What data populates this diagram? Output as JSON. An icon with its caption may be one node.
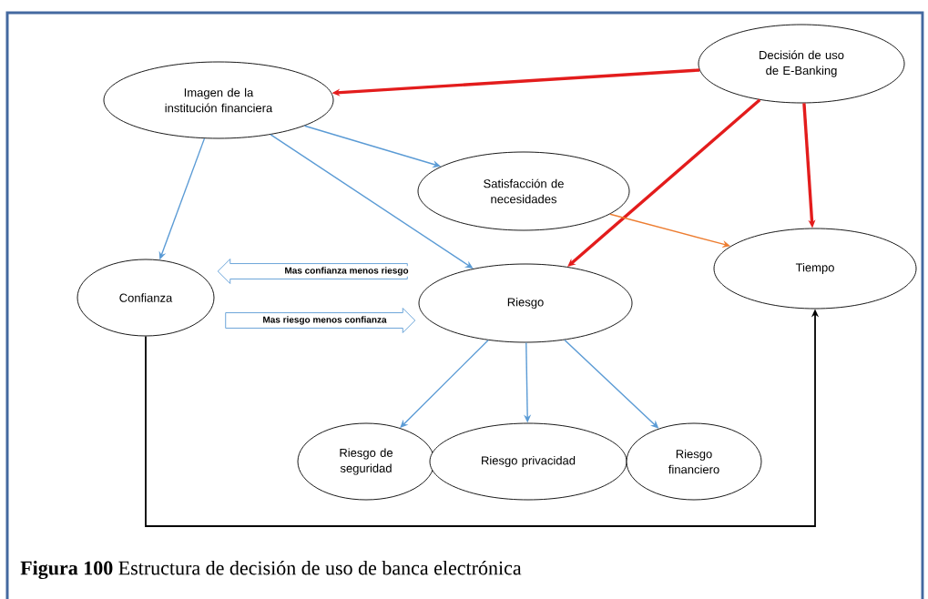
{
  "diagram": {
    "caption": "**Figura 100** Estructura de decisión de uso de banca electrónica",
    "nodes": [
      {
        "text": [
          "Imagen de la institución financiera"
        ]
      },
      {
        "text": [
          "Decisión de uso de E-Banking"
        ]
      },
      {
        "text": [
          "Satisfacción de necesidades"
        ]
      },
      {
        "text": [
          "Tiempo"
        ]
      },
      {
        "text": [
          "Confianza"
        ]
      },
      {
        "text": [
          "Riesgo"
        ]
      },
      {
        "text": [
          "Riesgo de seguridad"
        ]
      },
      {
        "text": [
          "Riesgo privacidad"
        ]
      },
      {
        "text": [
          "Riesgo financiero"
        ]
      }
    ],
    "edges": [
      {
        "from": 1,
        "to": 0,
        "arrow": "to",
        "color": "#e31c1c",
        "style": "thick"
      },
      {
        "from": 1,
        "to": 5,
        "arrow": "to",
        "color": "#e31c1c",
        "style": "thick"
      },
      {
        "from": 1,
        "to": 3,
        "arrow": "to",
        "color": "#e31c1c",
        "style": "thick"
      },
      {
        "from": 0,
        "to": 2,
        "arrow": "to"
      },
      {
        "from": 0,
        "to": 4,
        "arrow": "to"
      },
      {
        "from": 0,
        "to": 5,
        "arrow": "to"
      },
      {
        "from": 2,
        "to": 3,
        "arrow": "to",
        "color": "#ed7d31"
      },
      {
        "from": 4,
        "to": 3,
        "arrow": "to",
        "color": "#000000"
      },
      {
        "from": 5,
        "to": 6,
        "arrow": "to"
      },
      {
        "from": 5,
        "to": 7,
        "arrow": "to"
      },
      {
        "from": 5,
        "to": 8,
        "arrow": "to"
      },
      {
        "from": 5,
        "to": 4,
        "arrow": "to",
        "label": "Mas confianza menos riesgo",
        "style": "thick"
      },
      {
        "from": 4,
        "to": 5,
        "arrow": "to",
        "label": "Mas riesgo menos confianza",
        "style": "thick"
      }
    ]
  }
}
